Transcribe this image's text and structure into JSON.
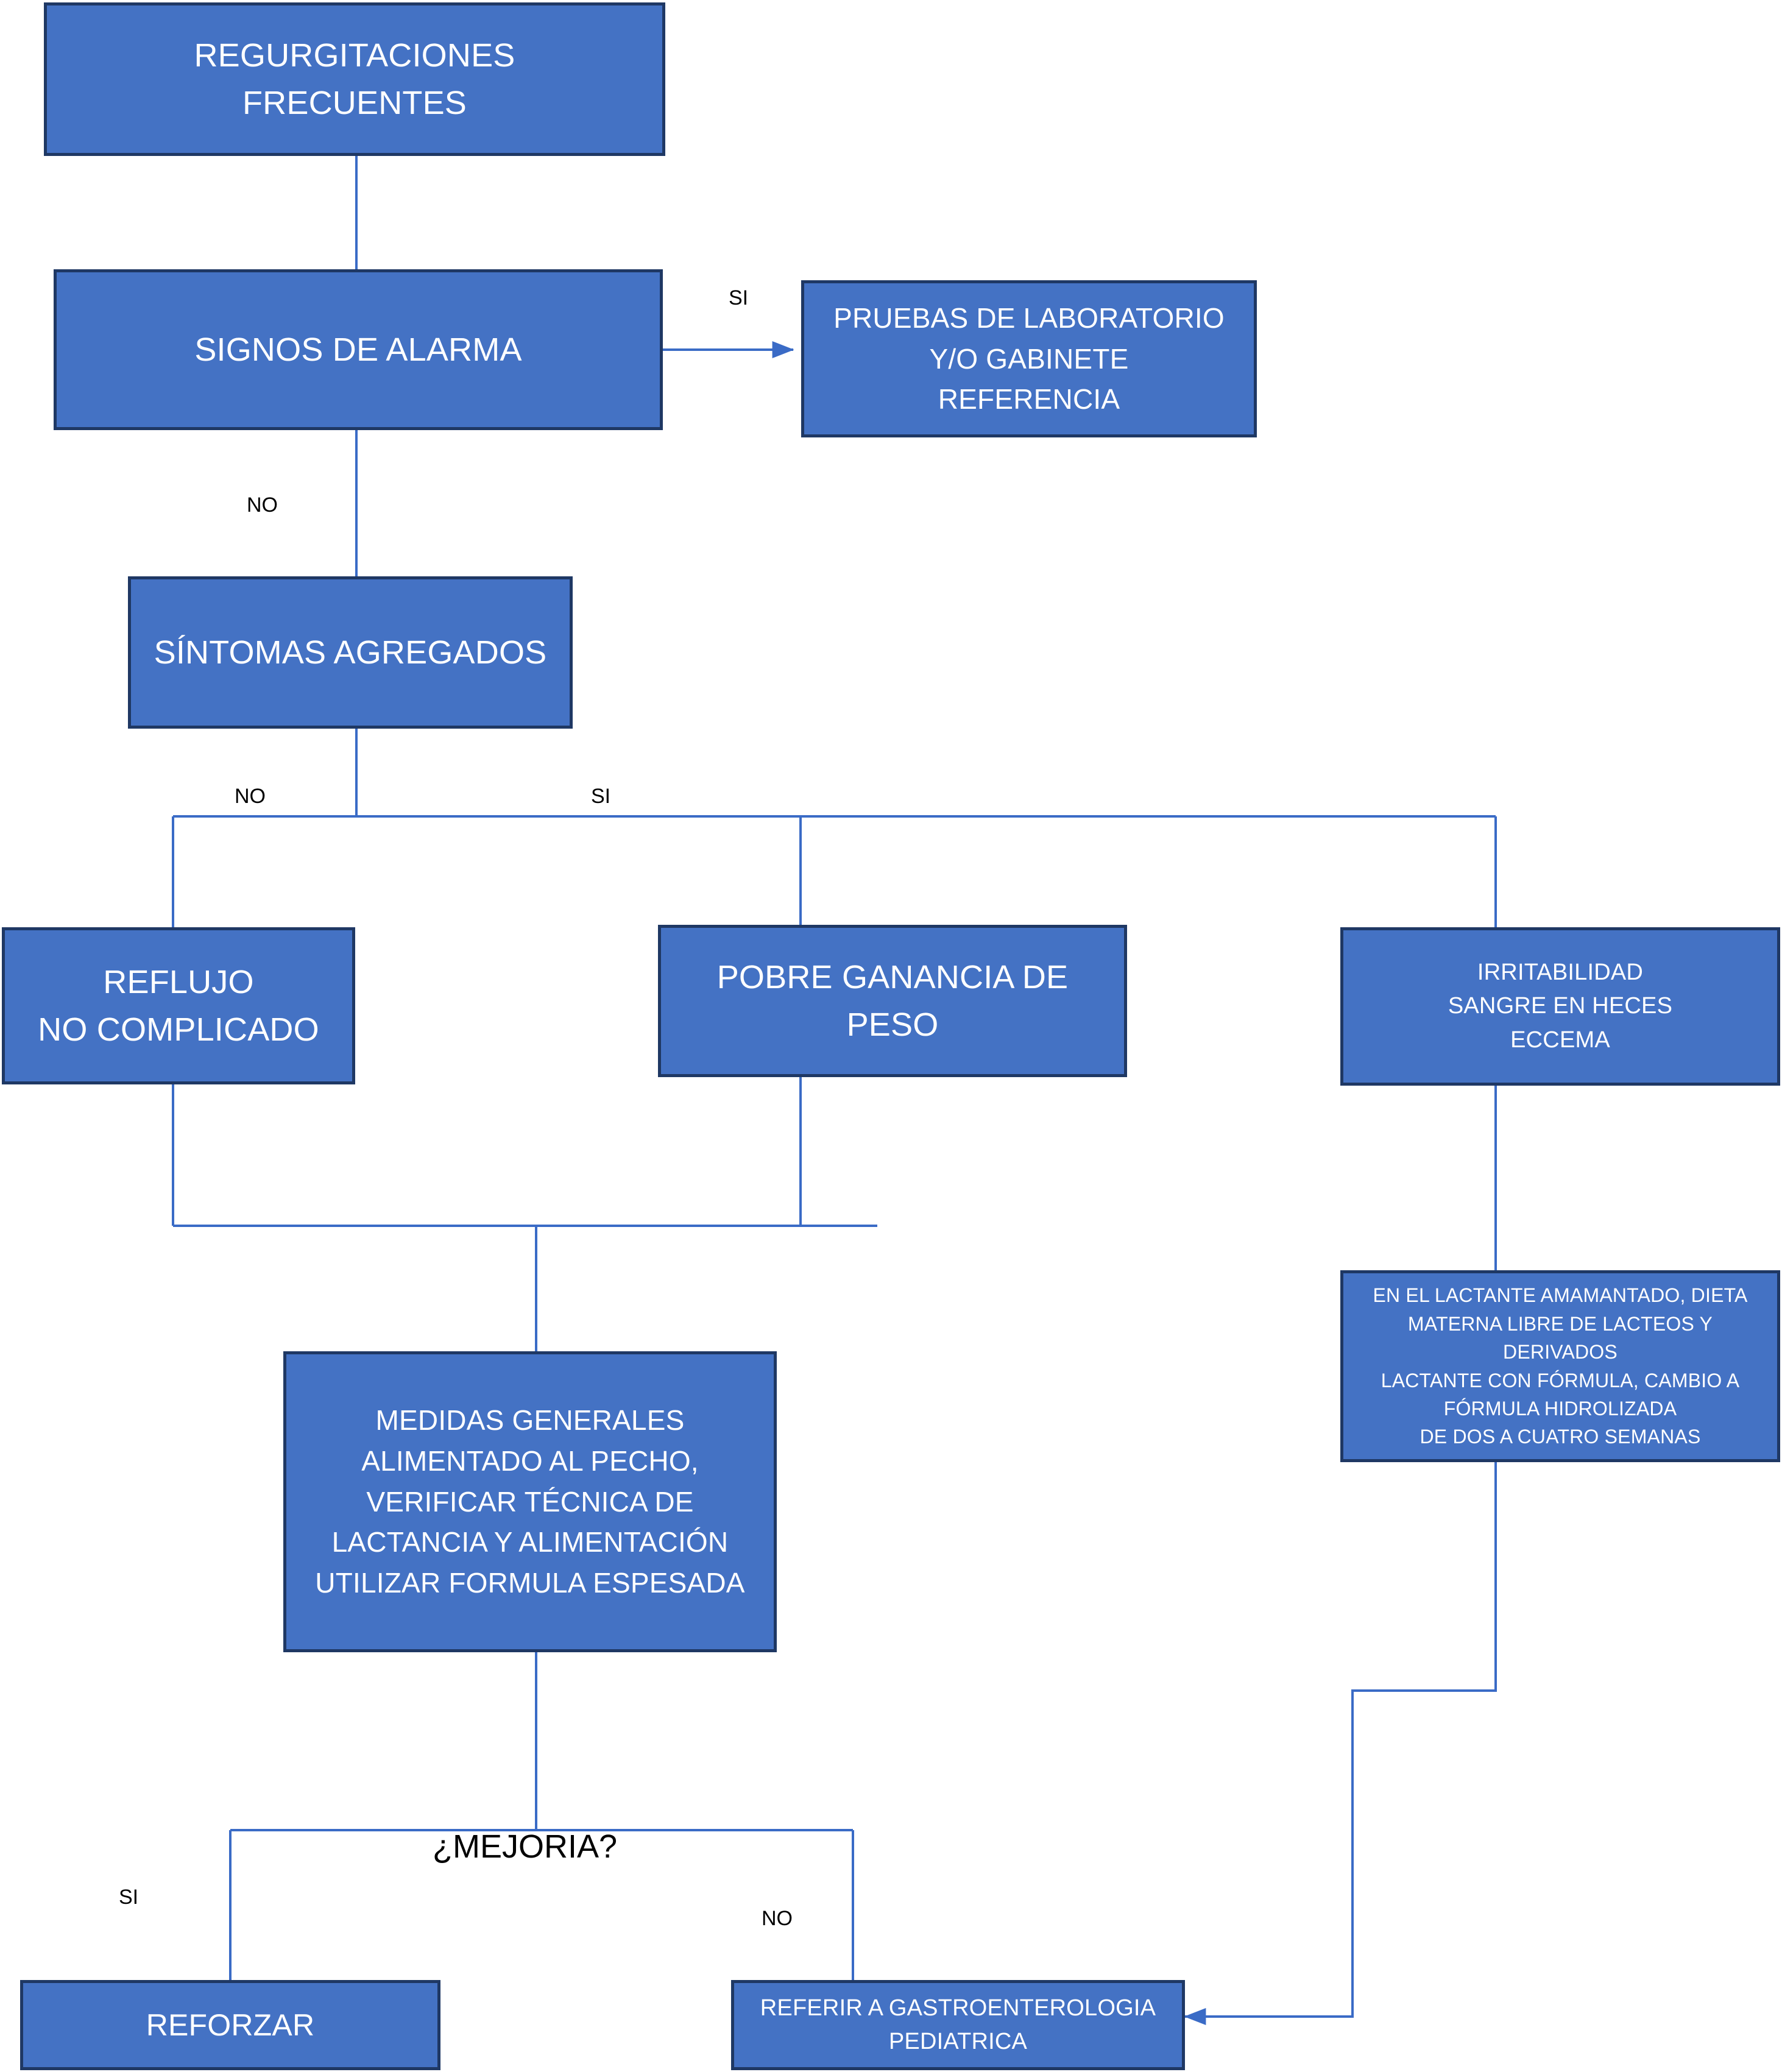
{
  "chart_data": {
    "type": "diagram",
    "title": "Algoritmo de manejo de regurgitaciones frecuentes en el lactante",
    "diagram_kind": "flowchart",
    "colors": {
      "node_fill": "#4472C4",
      "node_border": "#1F3864",
      "node_text": "#FFFFFF",
      "connector": "#3A6BC6",
      "label_text": "#000000",
      "background": "#FFFFFF"
    },
    "nodes": [
      {
        "id": "start",
        "label": "REGURGITACIONES\nFRECUENTES"
      },
      {
        "id": "alarma",
        "label": "SIGNOS DE ALARMA"
      },
      {
        "id": "pruebas",
        "label": "PRUEBAS DE LABORATORIO\nY/O GABINETE\nREFERENCIA"
      },
      {
        "id": "sintomas",
        "label": "SÍNTOMAS AGREGADOS"
      },
      {
        "id": "reflujo",
        "label": "REFLUJO\nNO COMPLICADO"
      },
      {
        "id": "pobre",
        "label": "POBRE GANANCIA DE\nPESO"
      },
      {
        "id": "irritabilidad",
        "label": "IRRITABILIDAD\nSANGRE EN HECES\nECCEMA"
      },
      {
        "id": "dieta",
        "label": "EN EL LACTANTE AMAMANTADO, DIETA\nMATERNA  LIBRE DE LACTEOS Y\nDERIVADOS\nLACTANTE CON FÓRMULA, CAMBIO A\nFÓRMULA HIDROLIZADA\nDE DOS A CUATRO SEMANAS"
      },
      {
        "id": "medidas",
        "label": "MEDIDAS GENERALES\nALIMENTADO AL PECHO,\nVERIFICAR TÉCNICA DE\nLACTANCIA Y ALIMENTACIÓN\nUTILIZAR FORMULA ESPESADA"
      },
      {
        "id": "reforzar",
        "label": "REFORZAR"
      },
      {
        "id": "referir",
        "label": "REFERIR A GASTROENTEROLOGIA\nPEDIATRICA"
      }
    ],
    "decisions": [
      {
        "id": "mejoria",
        "label": "¿MEJORIA?"
      }
    ],
    "edges": [
      {
        "from": "start",
        "to": "alarma",
        "label": ""
      },
      {
        "from": "alarma",
        "to": "pruebas",
        "label": "SI",
        "arrow": true
      },
      {
        "from": "alarma",
        "to": "sintomas",
        "label": "NO"
      },
      {
        "from": "sintomas",
        "to": "reflujo",
        "label": "NO"
      },
      {
        "from": "sintomas",
        "to": "pobre",
        "label": "SI"
      },
      {
        "from": "sintomas",
        "to": "irritabilidad",
        "label": "SI"
      },
      {
        "from": "reflujo",
        "to": "medidas",
        "label": ""
      },
      {
        "from": "pobre",
        "to": "medidas",
        "label": ""
      },
      {
        "from": "irritabilidad",
        "to": "dieta",
        "label": ""
      },
      {
        "from": "medidas",
        "to": "mejoria",
        "label": ""
      },
      {
        "from": "mejoria",
        "to": "reforzar",
        "label": "SI"
      },
      {
        "from": "mejoria",
        "to": "referir",
        "label": "NO"
      },
      {
        "from": "dieta",
        "to": "referir",
        "label": "",
        "arrow": true
      }
    ],
    "edge_labels": [
      {
        "id": "si-alarma",
        "text": "SI"
      },
      {
        "id": "no-alarma",
        "text": "NO"
      },
      {
        "id": "no-sintomas",
        "text": "NO"
      },
      {
        "id": "si-sintomas",
        "text": "SI"
      },
      {
        "id": "si-mejoria",
        "text": "SI"
      },
      {
        "id": "no-mejoria",
        "text": "NO"
      },
      {
        "id": "mejoria",
        "text": "¿MEJORIA?"
      }
    ]
  },
  "flow": {
    "start": {
      "label": "REGURGITACIONES\nFRECUENTES"
    },
    "alarma": {
      "label": "SIGNOS DE ALARMA"
    },
    "pruebas": {
      "label": "PRUEBAS DE LABORATORIO\nY/O GABINETE\nREFERENCIA"
    },
    "sintomas": {
      "label": "SÍNTOMAS AGREGADOS"
    },
    "reflujo": {
      "label": "REFLUJO\nNO COMPLICADO"
    },
    "pobre": {
      "label": "POBRE GANANCIA DE\nPESO"
    },
    "irritabilidad": {
      "label": "IRRITABILIDAD\nSANGRE EN HECES\nECCEMA"
    },
    "dieta": {
      "label": "EN EL LACTANTE AMAMANTADO, DIETA\nMATERNA  LIBRE DE LACTEOS Y\nDERIVADOS\nLACTANTE CON FÓRMULA, CAMBIO A\nFÓRMULA HIDROLIZADA\nDE DOS A CUATRO SEMANAS"
    },
    "medidas": {
      "label": "MEDIDAS GENERALES\nALIMENTADO AL PECHO,\nVERIFICAR TÉCNICA DE\nLACTANCIA Y ALIMENTACIÓN\nUTILIZAR FORMULA ESPESADA"
    },
    "reforzar": {
      "label": "REFORZAR"
    },
    "referir": {
      "label": "REFERIR A GASTROENTEROLOGIA\nPEDIATRICA"
    }
  },
  "labels": {
    "si_alarma": "SI",
    "no_alarma": "NO",
    "no_sintomas": "NO",
    "si_sintomas": "SI",
    "mejoria": "¿MEJORIA?",
    "si_mejoria": "SI",
    "no_mejoria": "NO"
  }
}
